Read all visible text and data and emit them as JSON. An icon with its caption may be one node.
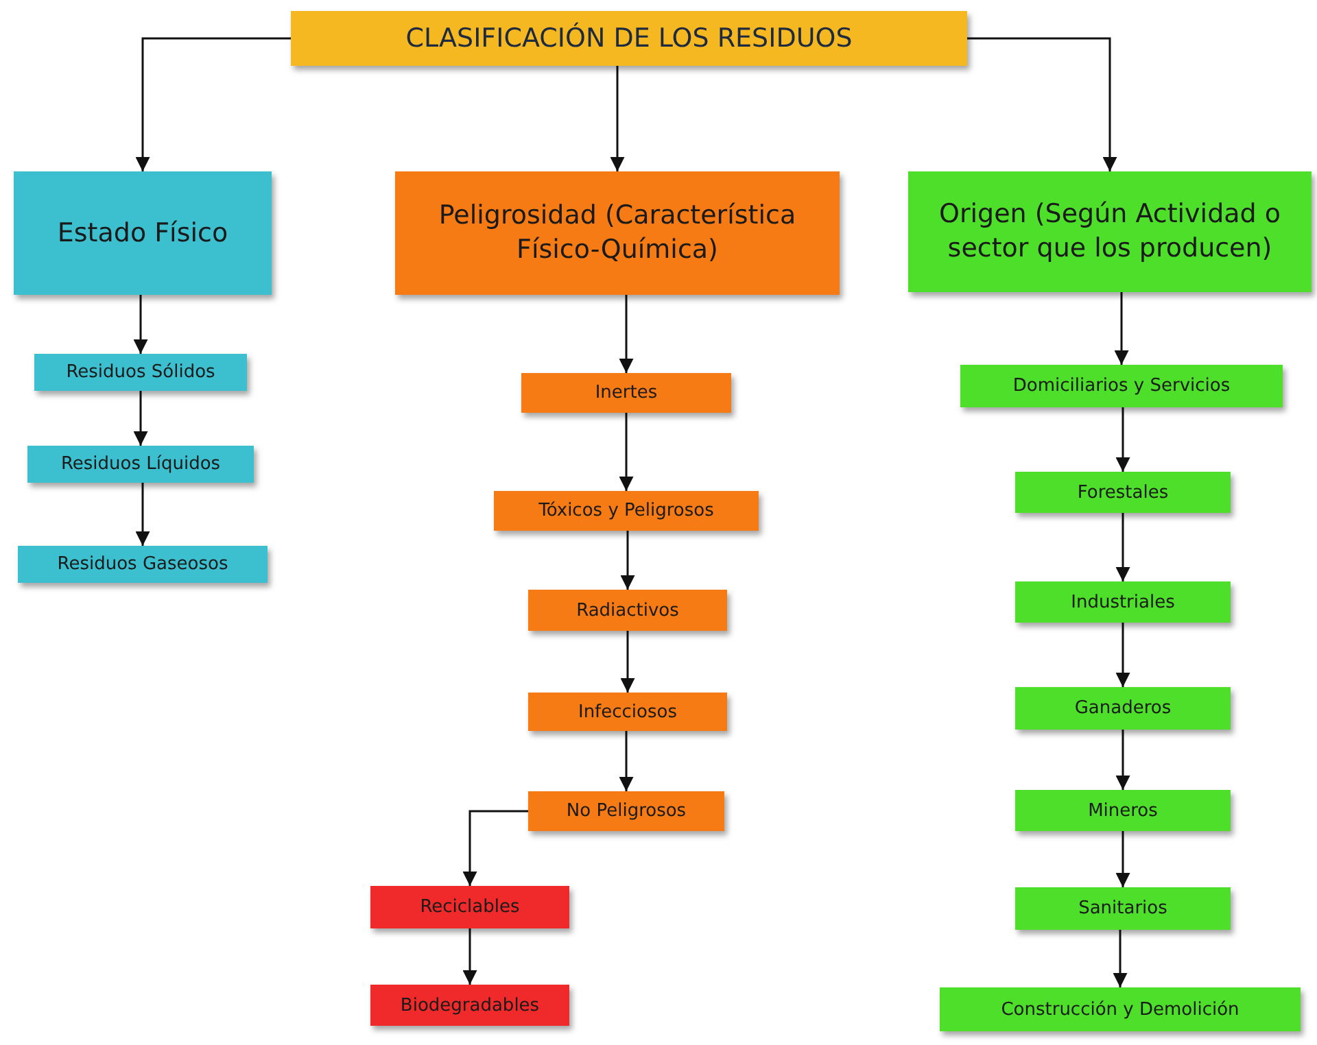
{
  "diagram": {
    "title": "CLASIFICACIÓN DE LOS RESIDUOS",
    "nodes": [
      {
        "text": [
          "Estado Físico"
        ]
      },
      {
        "text": [
          "Peligrosidad (Característica Físico-Química)"
        ]
      },
      {
        "text": [
          "Origen (Según Actividad o sector que los producen)"
        ]
      },
      {
        "text": [
          "Residuos Sólidos"
        ]
      },
      {
        "text": [
          "Residuos Líquidos"
        ]
      },
      {
        "text": [
          "Residuos Gaseosos"
        ]
      },
      {
        "text": [
          "Inertes"
        ]
      },
      {
        "text": [
          "Tóxicos y Peligrosos"
        ]
      },
      {
        "text": [
          "Radiactivos"
        ]
      },
      {
        "text": [
          "Infecciosos"
        ]
      },
      {
        "text": [
          "No Peligrosos"
        ]
      },
      {
        "text": [
          "Reciclables"
        ]
      },
      {
        "text": [
          "Biodegradables"
        ]
      },
      {
        "text": [
          "Domiciliarios y Servicios"
        ]
      },
      {
        "text": [
          "Forestales"
        ]
      },
      {
        "text": [
          "Industriales"
        ]
      },
      {
        "text": [
          "Ganaderos"
        ]
      },
      {
        "text": [
          "Mineros"
        ]
      },
      {
        "text": [
          "Sanitarios"
        ]
      },
      {
        "text": [
          "Construcción y Demolición"
        ]
      }
    ],
    "edges": [
      {
        "from": null,
        "to": 0,
        "arrow": "to"
      },
      {
        "from": null,
        "to": 1,
        "arrow": "to"
      },
      {
        "from": null,
        "to": 2,
        "arrow": "to"
      },
      {
        "from": 0,
        "to": 3,
        "arrow": "to"
      },
      {
        "from": 3,
        "to": 4,
        "arrow": "to"
      },
      {
        "from": 4,
        "to": 5,
        "arrow": "to"
      },
      {
        "from": 1,
        "to": 6,
        "arrow": "to"
      },
      {
        "from": 6,
        "to": 7,
        "arrow": "to"
      },
      {
        "from": 7,
        "to": 8,
        "arrow": "to"
      },
      {
        "from": 8,
        "to": 9,
        "arrow": "to"
      },
      {
        "from": 9,
        "to": 10,
        "arrow": "to"
      },
      {
        "from": 10,
        "to": 11,
        "arrow": "to"
      },
      {
        "from": 11,
        "to": 12,
        "arrow": "to"
      },
      {
        "from": 2,
        "to": 13,
        "arrow": "to"
      },
      {
        "from": 13,
        "to": 14,
        "arrow": "to"
      },
      {
        "from": 14,
        "to": 15,
        "arrow": "to"
      },
      {
        "from": 15,
        "to": 16,
        "arrow": "to"
      },
      {
        "from": 16,
        "to": 17,
        "arrow": "to"
      },
      {
        "from": 17,
        "to": 18,
        "arrow": "to"
      },
      {
        "from": 18,
        "to": 19,
        "arrow": "to"
      }
    ]
  }
}
